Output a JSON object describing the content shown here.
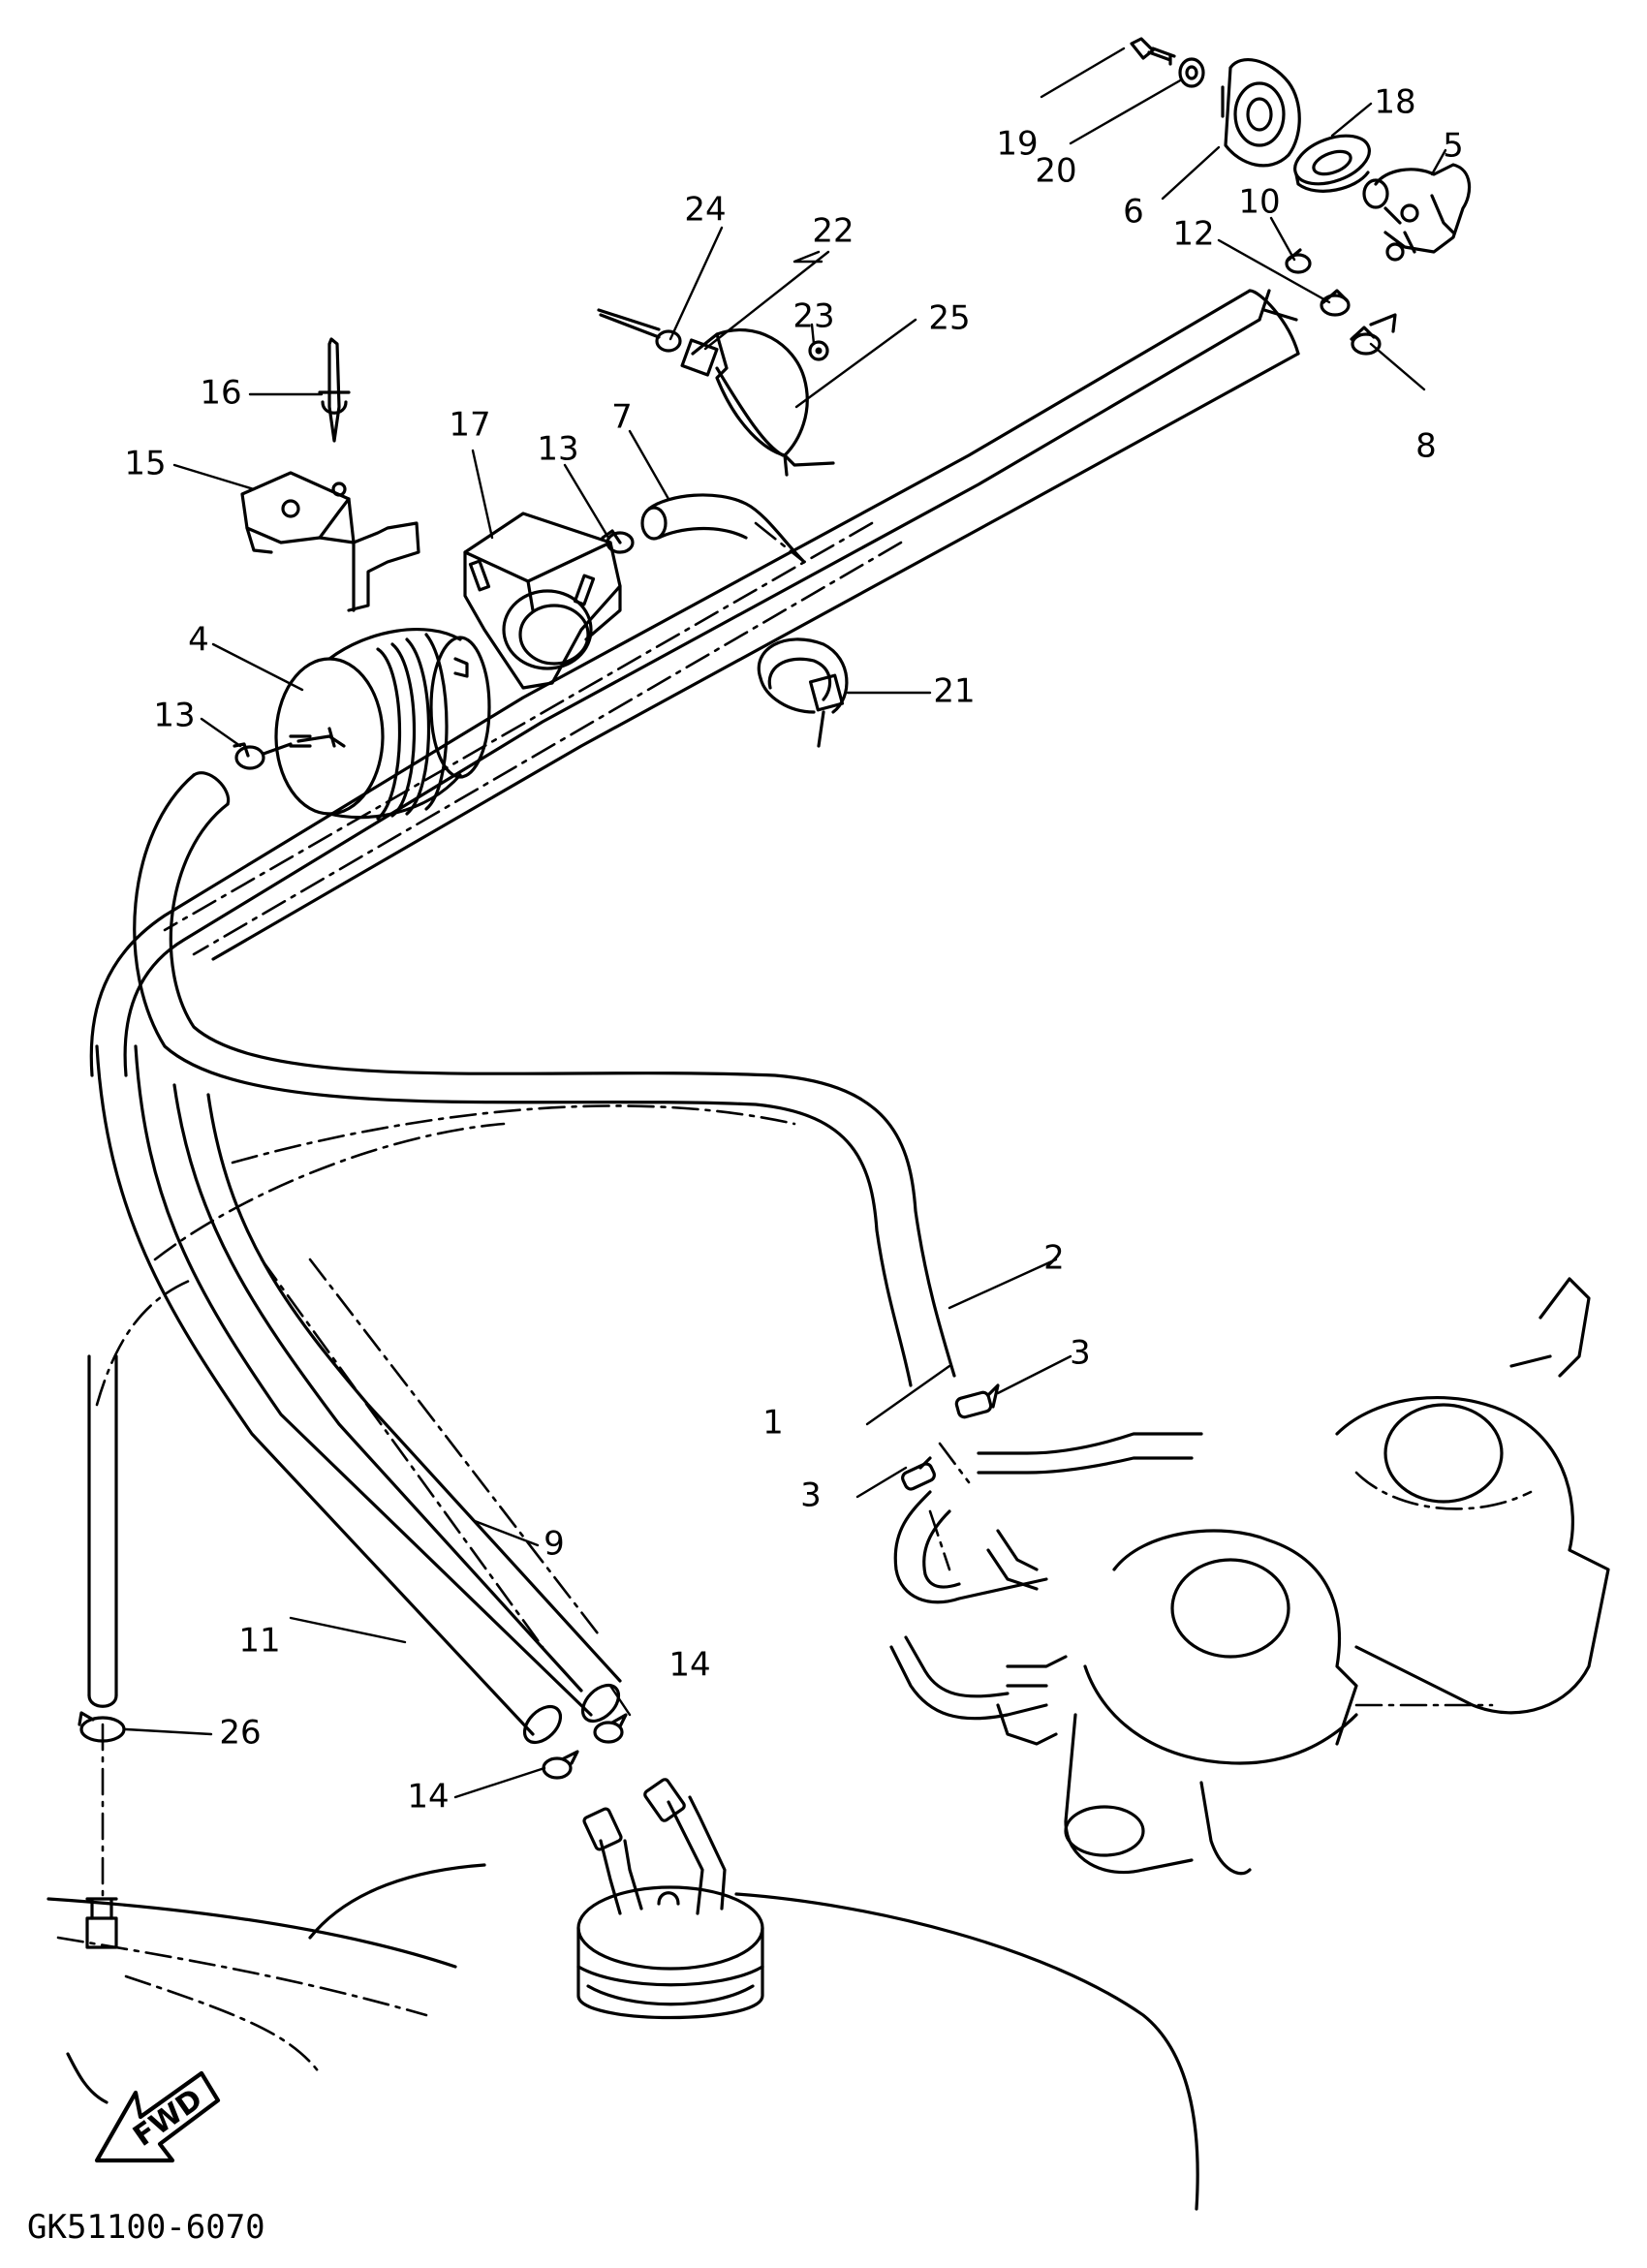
{
  "drawing_code": "GK51100-6070",
  "direction_label": "FWD",
  "callouts": {
    "c1": "1",
    "c2": "2",
    "c3a": "3",
    "c3b": "3",
    "c4": "4",
    "c5": "5",
    "c6": "6",
    "c7": "7",
    "c8": "8",
    "c9": "9",
    "c10": "10",
    "c11": "11",
    "c12": "12",
    "c13a": "13",
    "c13b": "13",
    "c14a": "14",
    "c14b": "14",
    "c15": "15",
    "c16": "16",
    "c17": "17",
    "c18": "18",
    "c19": "19",
    "c20": "20",
    "c21": "21",
    "c22": "22",
    "c23": "23",
    "c24": "24",
    "c25": "25",
    "c26": "26"
  }
}
